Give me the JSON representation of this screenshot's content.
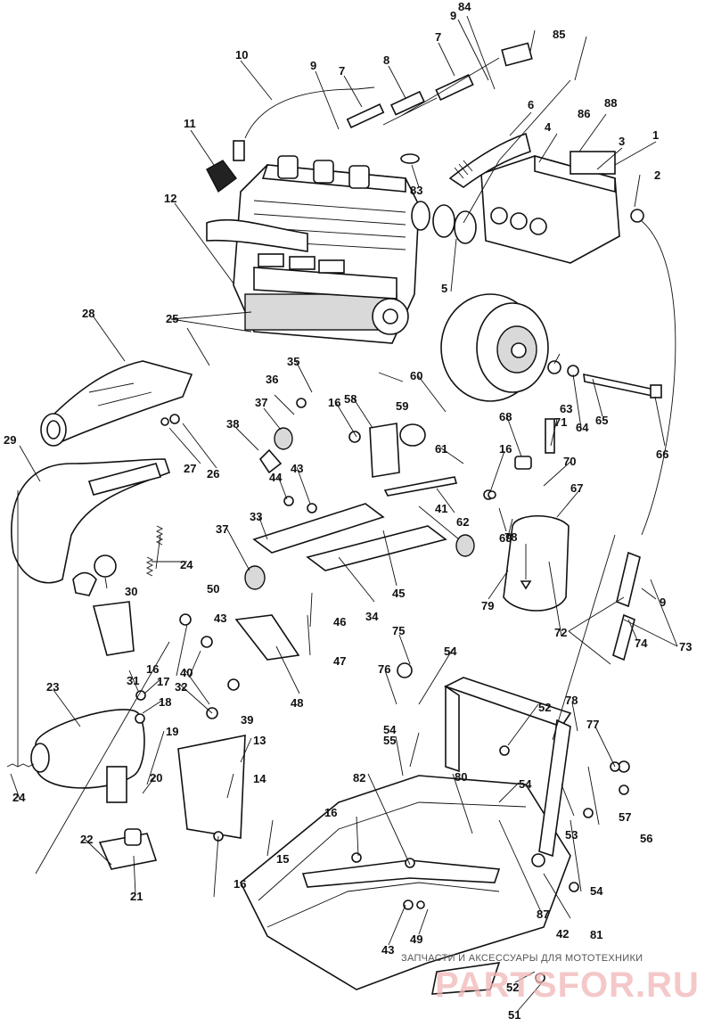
{
  "callouts": [
    "1",
    "2",
    "3",
    "4",
    "5",
    "6",
    "7",
    "7",
    "8",
    "9",
    "9",
    "9",
    "9",
    "10",
    "11",
    "12",
    "13",
    "14",
    "15",
    "16",
    "16",
    "16",
    "16",
    "16",
    "16",
    "17",
    "18",
    "19",
    "20",
    "21",
    "22",
    "23",
    "24",
    "24",
    "24",
    "25",
    "26",
    "27",
    "28",
    "29",
    "30",
    "31",
    "32",
    "33",
    "34",
    "35",
    "36",
    "37",
    "37",
    "38",
    "39",
    "40",
    "41",
    "42",
    "43",
    "43",
    "43",
    "44",
    "45",
    "46",
    "47",
    "48",
    "49",
    "50",
    "51",
    "52",
    "52",
    "53",
    "54",
    "54",
    "54",
    "54",
    "55",
    "56",
    "57",
    "58",
    "59",
    "60",
    "61",
    "62",
    "63",
    "64",
    "65",
    "66",
    "67",
    "68",
    "69",
    "70",
    "71",
    "72",
    "73",
    "74",
    "75",
    "76",
    "77",
    "78",
    "78",
    "79",
    "80",
    "81",
    "82",
    "83",
    "84",
    "85",
    "86",
    "87",
    "88"
  ],
  "watermark": {
    "small": "ЗАПЧАСТИ И АКСЕССУАРЫ ДЛЯ МОТОТЕХНИКИ",
    "big": "PARTSFOR.RU"
  }
}
